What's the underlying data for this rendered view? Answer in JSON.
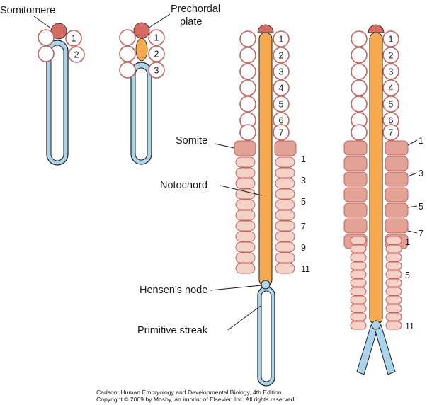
{
  "labels": {
    "somitomere": "Somitomere",
    "prechordal_line1": "Prechordal",
    "prechordal_line2": "plate",
    "somite": "Somite",
    "notochord": "Notochord",
    "hensens_node": "Hensen's node",
    "primitive_streak": "Primitive streak"
  },
  "somitomere_numbers": [
    "1",
    "2",
    "3",
    "4",
    "5",
    "6",
    "7"
  ],
  "somite_numbers_stage3": [
    "1",
    "3",
    "5",
    "7",
    "9",
    "11"
  ],
  "somite_numbers_stage4_large": [
    "1",
    "3",
    "5",
    "7"
  ],
  "somite_numbers_stage4_small": [
    "1",
    "5",
    "11"
  ],
  "credit": {
    "line1": "Carlson: Human Embryology and Developmental Biology, 4th Edition.",
    "line2": "Copyright © 2009 by Mosby, an imprint of Elsevier, Inc. All rights reserved."
  },
  "colors": {
    "streak_fill": "#a9d4ec",
    "streak_stroke": "#1d1d1d",
    "notochord": "#f7a94e",
    "prechordal": "#d86a64",
    "somitomere_stroke": "#c4625e",
    "somite_large": "#e3a296",
    "somite_small": "#f5d2c8"
  }
}
